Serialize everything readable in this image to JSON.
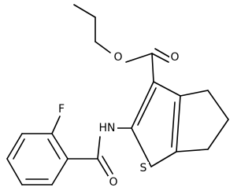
{
  "molecule": {
    "atoms": [
      {
        "id": "F",
        "label": "F"
      },
      {
        "id": "O_ester",
        "label": "O"
      },
      {
        "id": "O_carbonyl",
        "label": "O"
      },
      {
        "id": "NH",
        "label": "HN"
      },
      {
        "id": "S",
        "label": "S"
      },
      {
        "id": "O_amide",
        "label": "O"
      }
    ]
  }
}
